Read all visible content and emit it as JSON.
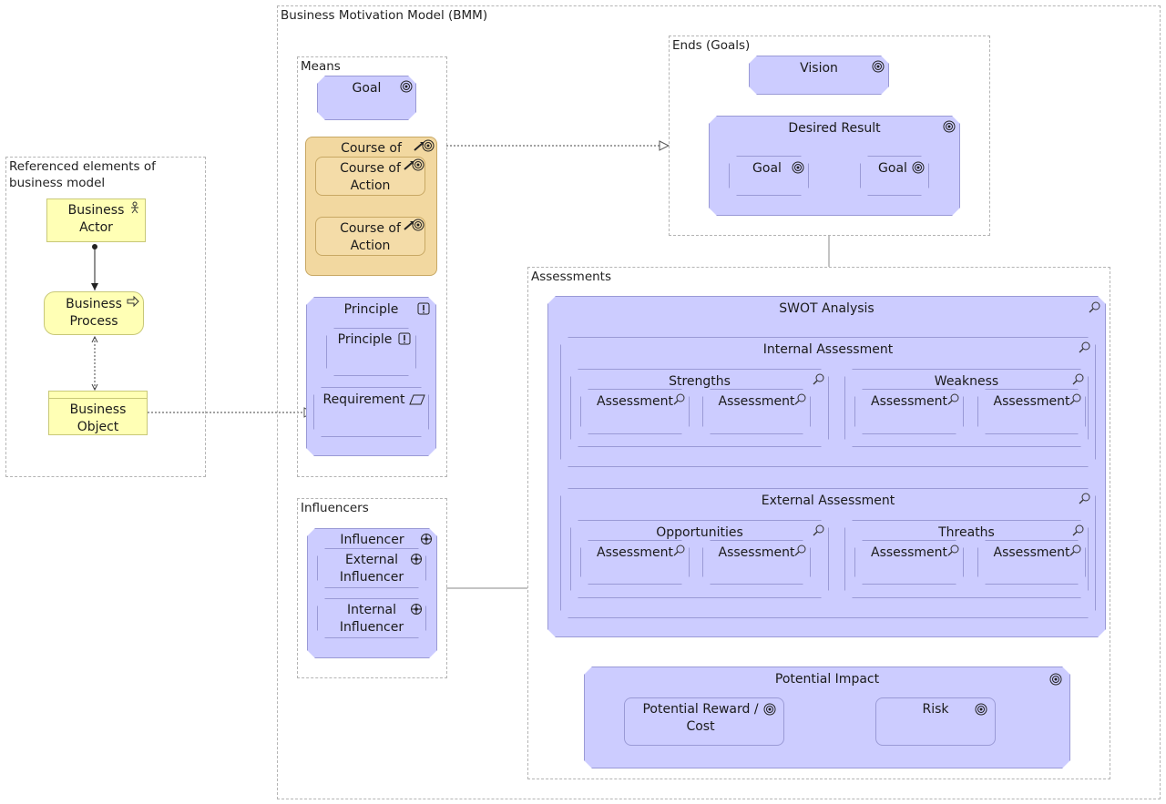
{
  "groups": {
    "bmm": "Business Motivation Model (BMM)",
    "referenced": "Referenced elements of business model",
    "means": "Means",
    "influencers": "Influencers",
    "ends": "Ends (Goals)",
    "assessments": "Assessments"
  },
  "business": {
    "actor": "Business Actor",
    "process": "Business Process",
    "object": "Business Object"
  },
  "means": {
    "goal": "Goal",
    "course": "Course of",
    "course_inner_1": "Course of Action",
    "course_inner_2": "Course of Action",
    "principle": "Principle",
    "principle_inner": "Principle",
    "requirement": "Requirement"
  },
  "influencers": {
    "influencer": "Influencer",
    "external": "External Influencer",
    "internal": "Internal Influencer"
  },
  "ends": {
    "vision": "Vision",
    "desired_result": "Desired Result",
    "goal_1": "Goal",
    "goal_2": "Goal"
  },
  "assessments": {
    "swot": "SWOT Analysis",
    "internal": "Internal Assessment",
    "strengths": "Strengths",
    "weakness": "Weakness",
    "external": "External Assessment",
    "opportunities": "Opportunities",
    "threaths": "Threaths",
    "assessment": "Assessment",
    "potential_impact": "Potential Impact",
    "reward": "Potential Reward / Cost",
    "risk": "Risk"
  },
  "colors": {
    "motivation_fill": "#ccccff",
    "course_fill": "#f2d8a0",
    "business_fill": "#ffffb5",
    "group_border": "#b4b4b4"
  },
  "icons": {
    "goal": "target-icon",
    "course": "course-of-action-icon",
    "principle": "exclamation-icon",
    "requirement": "parallelogram-icon",
    "influencer": "influencer-icon",
    "assessment": "magnifier-icon",
    "actor": "actor-icon",
    "process": "arrow-right-icon"
  }
}
